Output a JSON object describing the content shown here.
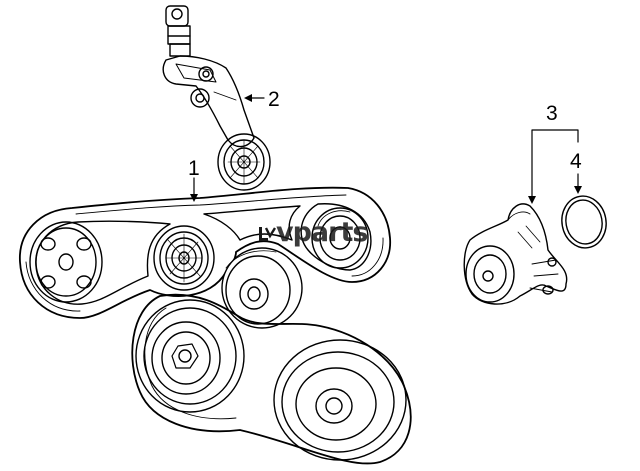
{
  "callouts": [
    {
      "id": "1",
      "label": "1"
    },
    {
      "id": "2",
      "label": "2"
    },
    {
      "id": "3",
      "label": "3"
    },
    {
      "id": "4",
      "label": "4"
    }
  ],
  "watermark": {
    "text": "vparts",
    "icon": "lv-logo-icon"
  },
  "colors": {
    "line": "#000000",
    "background": "#ffffff"
  }
}
